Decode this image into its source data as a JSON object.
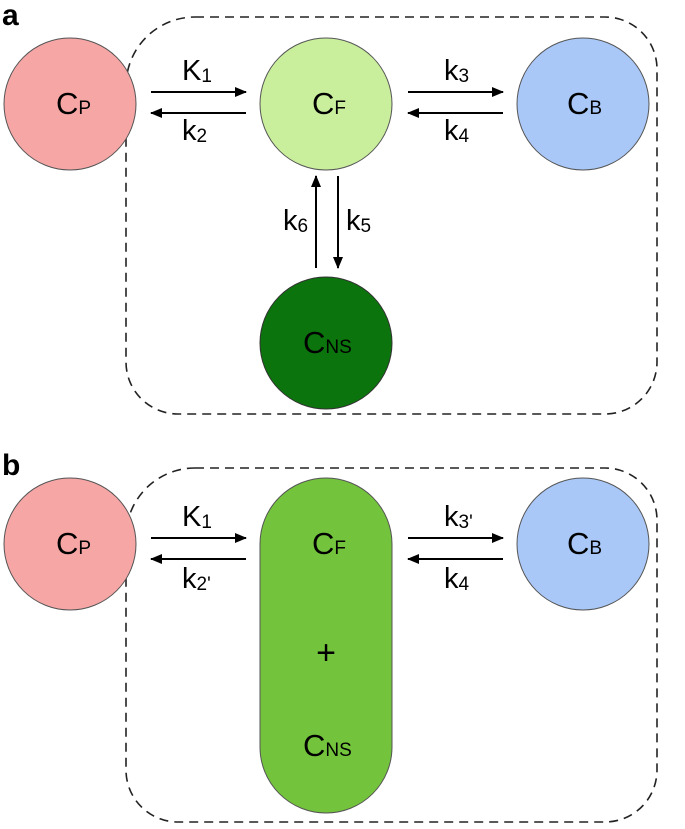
{
  "panels": [
    {
      "letter": "a"
    },
    {
      "letter": "b"
    }
  ],
  "panel_a": {
    "cp": {
      "main": "C",
      "sub": "P"
    },
    "cf": {
      "main": "C",
      "sub": "F"
    },
    "cb": {
      "main": "C",
      "sub": "B"
    },
    "cns": {
      "main": "C",
      "sub": "NS"
    },
    "k1": {
      "main": "K",
      "sub": "1"
    },
    "k2": {
      "main": "k",
      "sub": "2"
    },
    "k3": {
      "main": "k",
      "sub": "3"
    },
    "k4": {
      "main": "k",
      "sub": "4"
    },
    "k5": {
      "main": "k",
      "sub": "5"
    },
    "k6": {
      "main": "k",
      "sub": "6"
    }
  },
  "panel_b": {
    "cp": {
      "main": "C",
      "sub": "P"
    },
    "cf": {
      "main": "C",
      "sub": "F"
    },
    "plus": "+",
    "cns": {
      "main": "C",
      "sub": "NS"
    },
    "cb": {
      "main": "C",
      "sub": "B"
    },
    "k1": {
      "main": "K",
      "sub": "1"
    },
    "k2": {
      "main": "k",
      "sub": "2'"
    },
    "k3": {
      "main": "k",
      "sub": "3'"
    },
    "k4": {
      "main": "k",
      "sub": "4"
    }
  },
  "colors": {
    "plasma": "#f7a6a6",
    "free": "#c9ef9c",
    "bound": "#a9c8f7",
    "nonspecific": "#0b740c",
    "combined": "#73c43c",
    "stroke": "#222222"
  }
}
